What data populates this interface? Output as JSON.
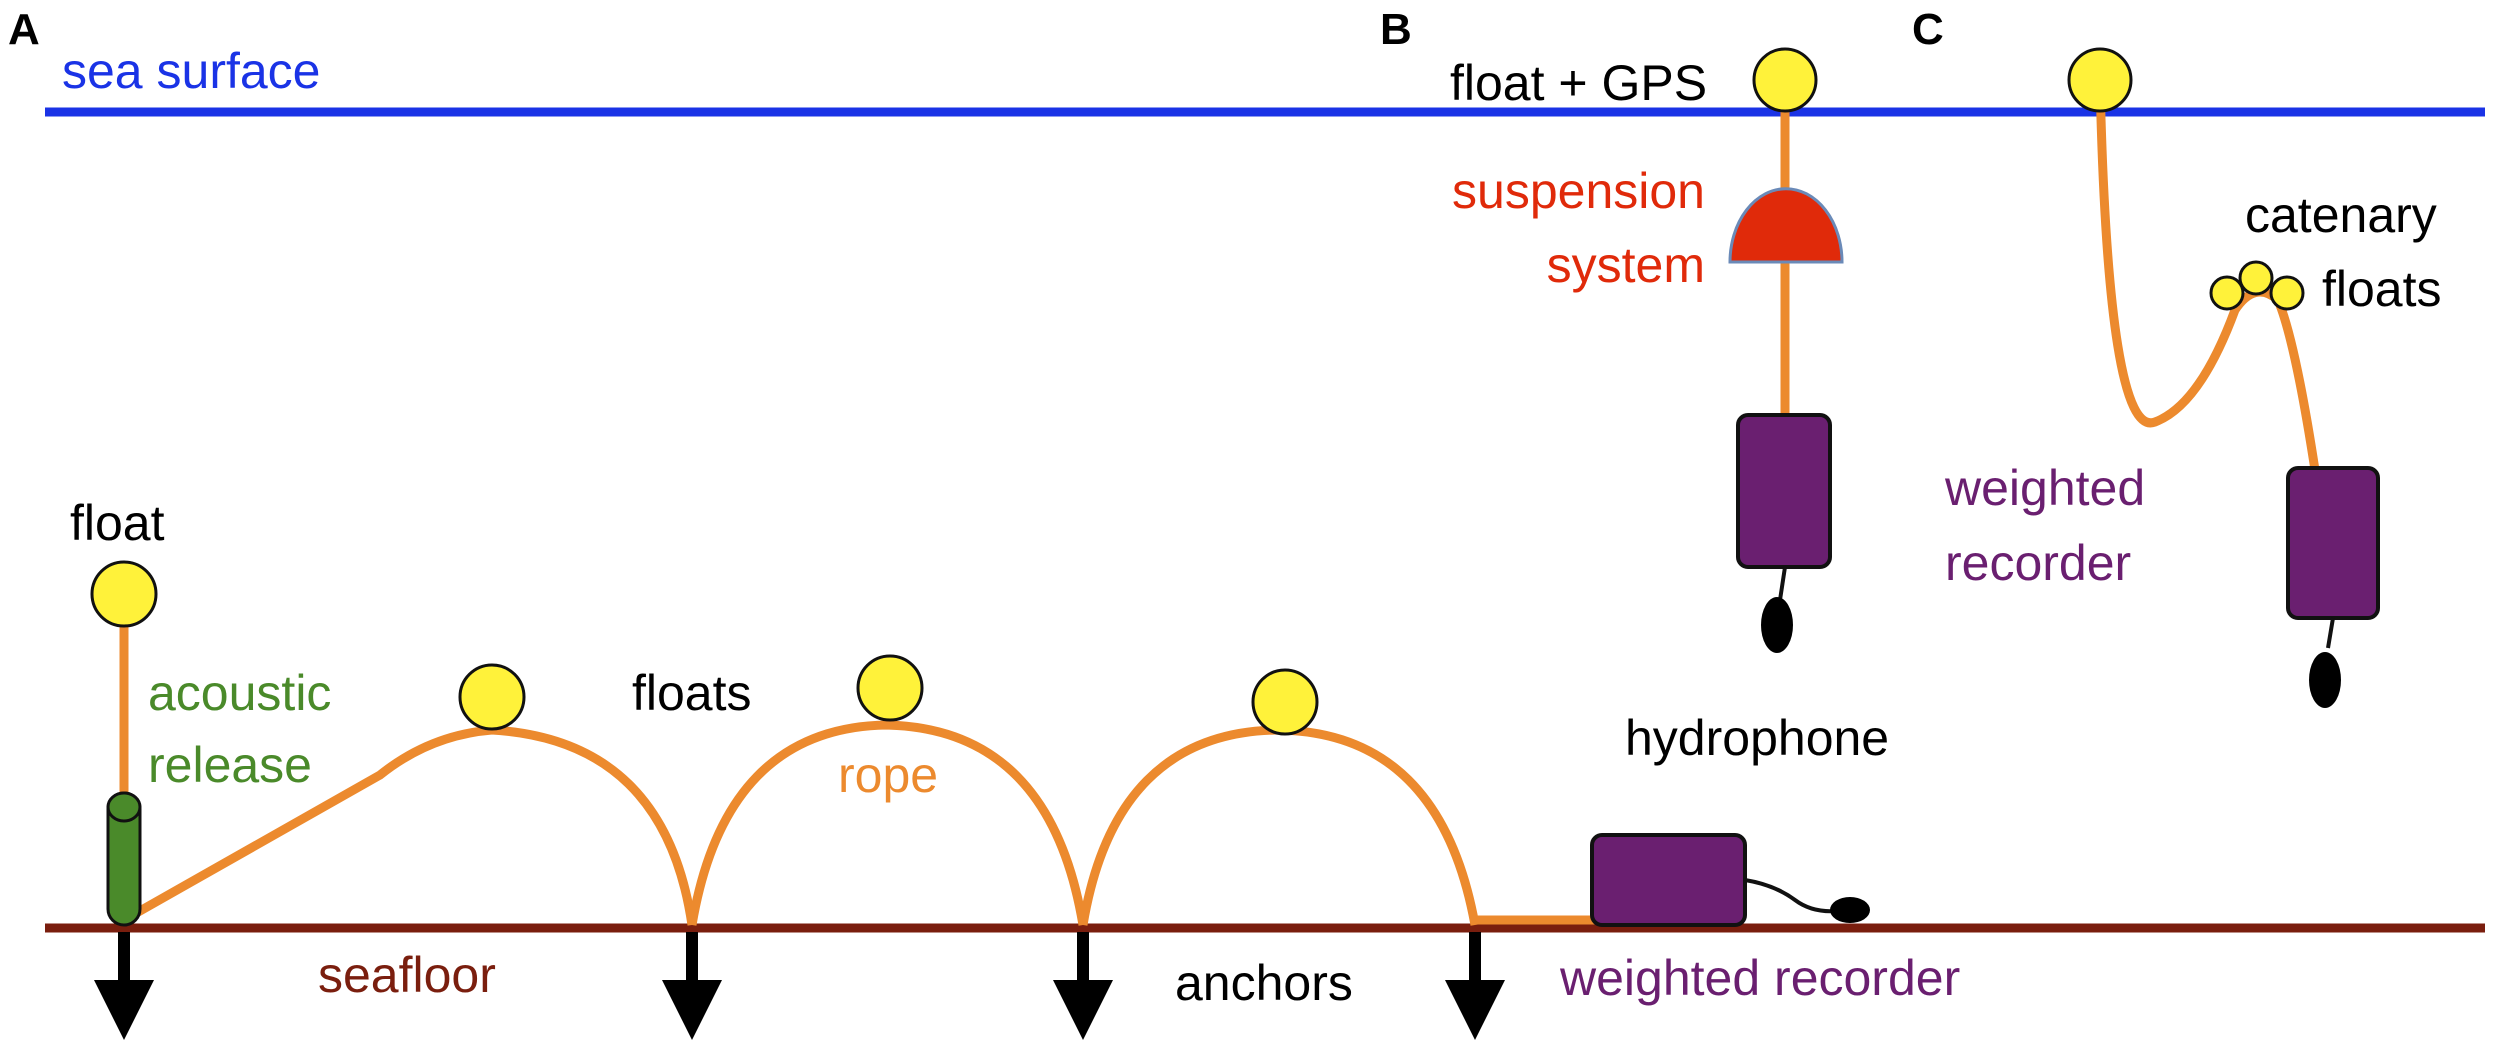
{
  "panels": {
    "a": "A",
    "b": "B",
    "c": "C"
  },
  "labels": {
    "sea_surface": "sea surface",
    "seafloor": "seafloor",
    "float": "float",
    "acoustic": "acoustic",
    "release": "release",
    "floats": "floats",
    "rope": "rope",
    "anchors": "anchors",
    "hydrophone": "hydrophone",
    "weighted_recorder": "weighted recorder",
    "float_gps": "float + GPS",
    "suspension": "suspension",
    "system": "system",
    "catenary": "catenary",
    "catenary_floats": "floats",
    "weighted": "weighted",
    "recorder": "recorder"
  },
  "colors": {
    "sea_surface": "#1a33e6",
    "seafloor": "#7a1e0e",
    "rope": "#ec8a2e",
    "float": "#fff23a",
    "acoustic_release": "#4a8a2a",
    "suspension_system": "#e02a0a",
    "recorder": "#6a1f70",
    "hydrophone": "#000000",
    "anchor": "#000000",
    "label_text": "#000000"
  }
}
